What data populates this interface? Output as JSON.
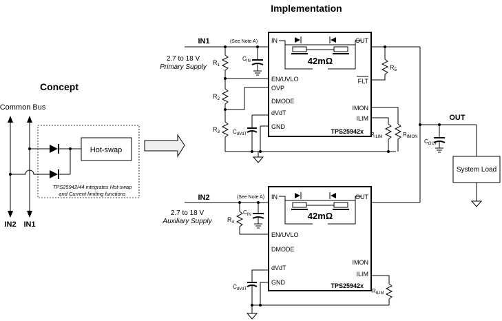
{
  "implementation_title": "Implementation",
  "concept": {
    "title": "Concept",
    "common_bus": "Common Bus",
    "in1": "IN1",
    "in2": "IN2",
    "block_label": "Hot-swap",
    "note_line1": "TPS25942/44  integrates Hot-swap",
    "note_line2": "and Current limiting functions"
  },
  "top_channel": {
    "input_label": "IN1",
    "see_note": "(See Note A)",
    "voltage": "2.7 to 18 V",
    "supply": "Primary Supply",
    "r1": "R",
    "r1_sub": "1",
    "r2": "R",
    "r2_sub": "2",
    "r3": "R",
    "r3_sub": "3",
    "cin": "C",
    "cin_sub": "IN",
    "cdvdt": "C",
    "cdvdt_sub": "dVdT",
    "r5": "R",
    "r5_sub": "5",
    "rilim": "R",
    "rilim_sub": "ILIM",
    "rimon": "R",
    "rimon_sub": "IMON",
    "chip": {
      "name": "TPS25942x",
      "resistance": "42mΩ",
      "pins": {
        "in": "IN",
        "out": "OUT",
        "en": "EN/UVLO",
        "ovp": "OVP",
        "dmode": "DMODE",
        "dvdt": "dVdT",
        "gnd": "GND",
        "flt": "FLT",
        "imon": "IMON",
        "ilim": "ILIM"
      }
    }
  },
  "bottom_channel": {
    "input_label": "IN2",
    "see_note": "(See Note A)",
    "voltage": "2.7 to 18 V",
    "supply": "Auxiliary Supply",
    "r4": "R",
    "r4_sub": "4",
    "cin": "C",
    "cin_sub": "IN",
    "cdvdt": "C",
    "cdvdt_sub": "dVdT",
    "rilim": "R",
    "rilim_sub": "ILIM",
    "chip": {
      "name": "TPS25942x",
      "resistance": "42mΩ",
      "pins": {
        "in": "IN",
        "out": "OUT",
        "en": "EN/UVLO",
        "dmode": "DMODE",
        "dvdt": "dVdT",
        "gnd": "GND",
        "imon": "IMON",
        "ilim": "ILIM"
      }
    }
  },
  "output": {
    "label": "OUT",
    "cout": "C",
    "cout_sub": "OUT",
    "load": "System Load"
  }
}
